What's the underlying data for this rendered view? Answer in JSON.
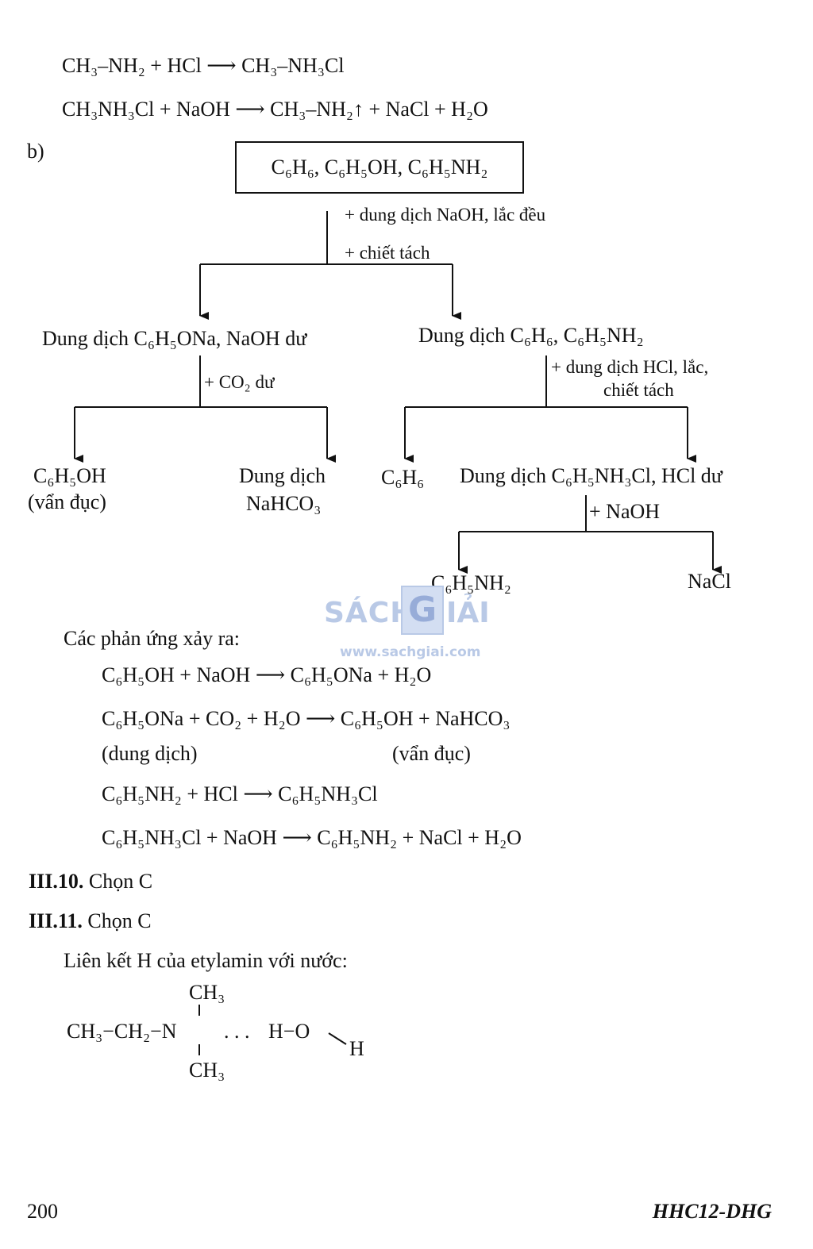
{
  "eq_top": {
    "line1": "CH₃–NH₂ + HCl ⟶ CH₃–NH₃Cl",
    "line2": "CH₃NH₃Cl + NaOH ⟶ CH₃–NH₂↑ + NaCl + H₂O"
  },
  "part_b": "b)",
  "flow": {
    "top_box": "C₆H₆, C₆H₅OH, C₆H₅NH₂",
    "step1_a": "+ dung dịch NaOH, lắc đều",
    "step1_b": "+ chiết tách",
    "left_node": "Dung dịch C₆H₅ONa, NaOH dư",
    "right_node": "Dung dịch C₆H₆, C₆H₅NH₂",
    "left_step": "+ CO₂ dư",
    "right_step_a": "+ dung dịch HCl, lắc,",
    "right_step_b": "chiết tách",
    "phenol_a": "C₆H₅OH",
    "phenol_b": "(vẩn đục)",
    "bicarb_a": "Dung dịch",
    "bicarb_b": "NaHCO₃",
    "benzene": "C₆H₆",
    "anilinium": "Dung dịch C₆H₅NH₃Cl, HCl dư",
    "naoh_step": "+ NaOH",
    "aniline": "C₆H₅NH₂",
    "nacl": "NaCl"
  },
  "watermark": {
    "sach": "SÁCH",
    "g": "G",
    "giai": "IẢI",
    "url": "www.sachgiai.com"
  },
  "reactions": {
    "heading": "Các phản ứng xảy ra:",
    "r1": "C₆H₅OH + NaOH ⟶ C₆H₅ONa + H₂O",
    "r2": "C₆H₅ONa + CO₂ + H₂O ⟶ C₆H₅OH + NaHCO₃",
    "r2_note_left": "(dung dịch)",
    "r2_note_right": "(vẩn đục)",
    "r3": "C₆H₅NH₂ + HCl ⟶ C₆H₅NH₃Cl",
    "r4": "C₆H₅NH₃Cl + NaOH ⟶ C₆H₅NH₂ + NaCl + H₂O"
  },
  "answers": [
    {
      "label": "III.10.",
      "text": "Chọn C"
    },
    {
      "label": "III.11.",
      "text": "Chọn C"
    }
  ],
  "hbond": {
    "intro": "Liên kết H của etylamin với nước:",
    "ch3_top": "CH₃",
    "chain": "CH₃−CH₂−N",
    "dots": ". . .",
    "ho": "H−O",
    "h": "H",
    "ch3_bottom": "CH₃"
  },
  "footer": {
    "page": "200",
    "code": "HHC12-DHG"
  }
}
